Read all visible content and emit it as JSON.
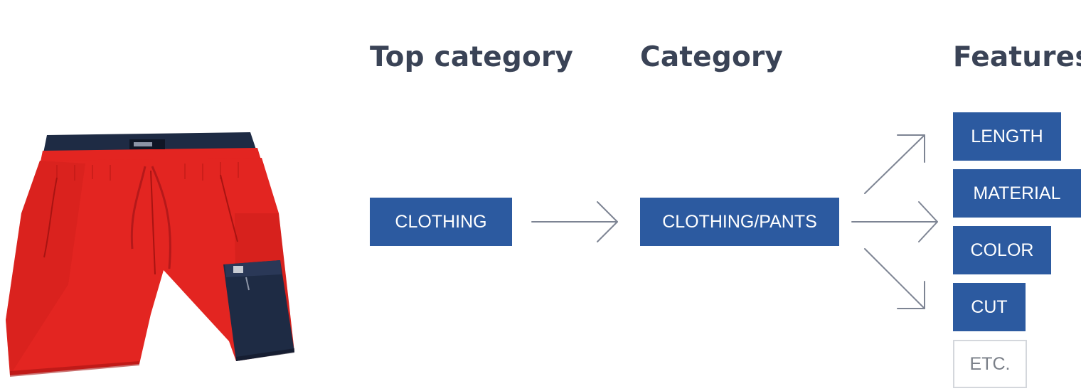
{
  "headings": {
    "top_category": "Top category",
    "category": "Category",
    "features": "Features"
  },
  "nodes": {
    "top_category": "CLOTHING",
    "category": "CLOTHING/PANTS"
  },
  "features": [
    "LENGTH",
    "MATERIAL",
    "COLOR",
    "CUT"
  ],
  "features_more": "ETC.",
  "colors": {
    "box_fill": "#2c5aa0",
    "heading_text": "#3a4356",
    "arrow": "#7d8493",
    "shorts_red": "#e32521",
    "shorts_navy": "#1e2b44"
  },
  "image": {
    "icon": "red-shorts-icon"
  }
}
